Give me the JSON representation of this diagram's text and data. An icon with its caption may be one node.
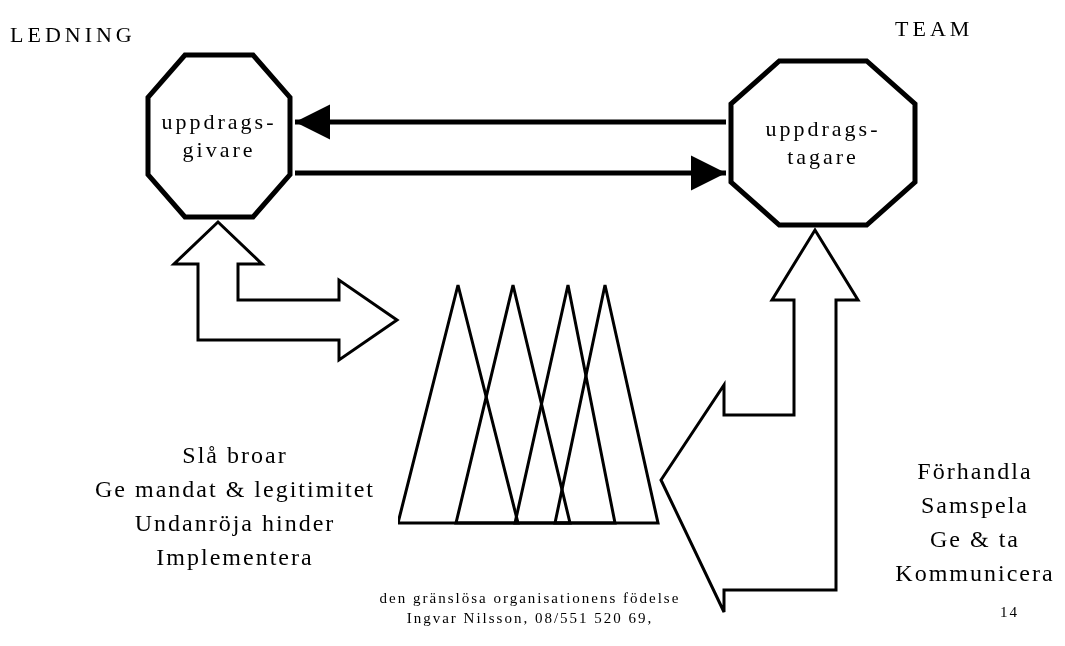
{
  "diagram": {
    "nodes": [
      {
        "text": [
          "uppdrags- givare"
        ]
      },
      {
        "text": [
          "uppdrags- tagare"
        ]
      },
      {
        "text": [],
        "shape": "triangle"
      }
    ],
    "edges": [
      {
        "from": 1,
        "to": 0,
        "arrow": "to"
      },
      {
        "from": 0,
        "to": 1,
        "arrow": "to"
      },
      {
        "from": 0,
        "to": 2,
        "arrow": "both"
      },
      {
        "from": 1,
        "to": 2,
        "arrow": "both"
      }
    ],
    "labels": [
      "LEDNING",
      "TEAM",
      "Slå broar",
      "Ge mandat & legitimitet",
      "Undanröja hinder",
      "Implementera",
      "Förhandla",
      "Samspela",
      "Ge & ta",
      "Kommunicera",
      "den gränslösa organisationens födelse",
      "Ingvar Nilsson, 08/551 520 69,",
      "14"
    ]
  }
}
